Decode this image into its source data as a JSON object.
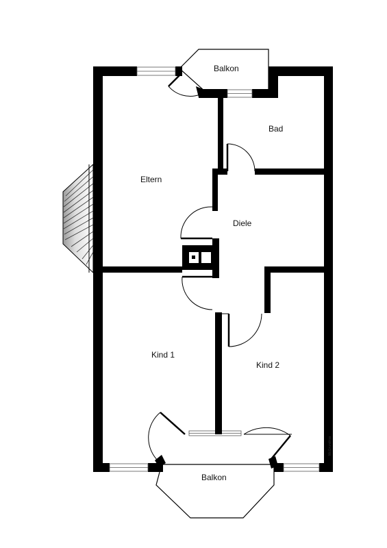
{
  "rooms": {
    "balkon_top": "Balkon",
    "bad": "Bad",
    "eltern": "Eltern",
    "diele": "Diele",
    "kind1": "Kind 1",
    "kind2": "Kind 2",
    "balkon_bottom": "Balkon"
  },
  "credit": "McGrundriss",
  "colors": {
    "wall": "#000000",
    "line": "#000000",
    "background": "#ffffff",
    "window_frame": "#555555"
  }
}
